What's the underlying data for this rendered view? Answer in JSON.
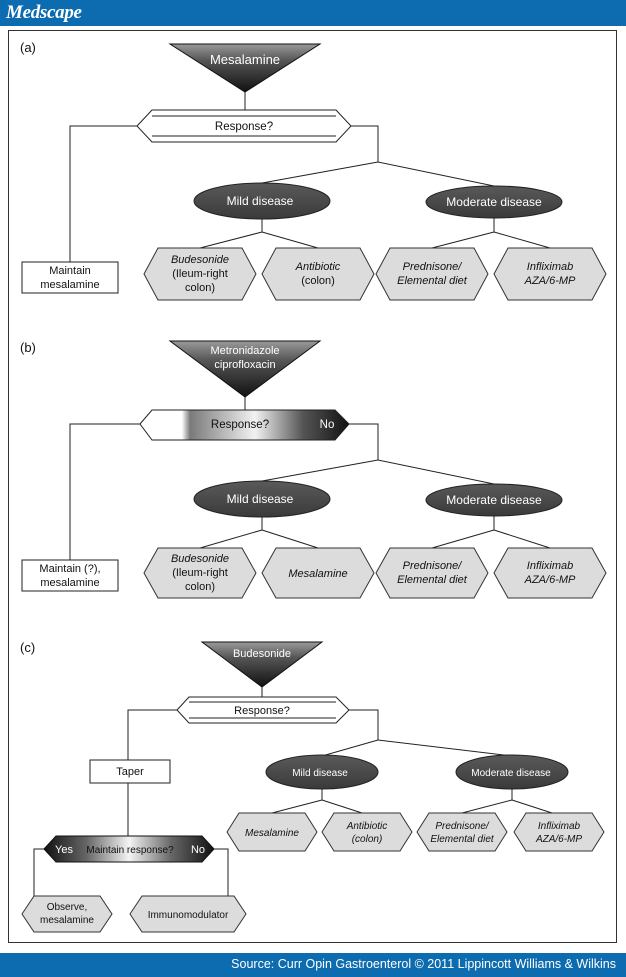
{
  "header": {
    "logo": "Medscape"
  },
  "footer": {
    "source": "Source: Curr Opin Gastroenterol © 2011 Lippincott Williams & Wilkins"
  },
  "colors": {
    "brand_blue": "#0d6cb0",
    "hexagon_fill": "#dcdcdc",
    "ellipse_fill": "#4a4a4a",
    "triangle_dark": "#222222"
  },
  "panel_a": {
    "label": "(a)",
    "drug": "Mesalamine",
    "response": "Response?",
    "maintain": [
      "Maintain",
      "mesalamine"
    ],
    "mild": "Mild disease",
    "moderate": "Moderate disease",
    "h1": [
      "Budesonide",
      "(Ileum-right",
      "colon)"
    ],
    "h2": [
      "Antibiotic",
      "(colon)"
    ],
    "h3": [
      "Prednisone/",
      "Elemental diet"
    ],
    "h4": [
      "Infliximab",
      "AZA/6-MP"
    ]
  },
  "panel_b": {
    "label": "(b)",
    "drug": [
      "Metronidazole",
      "ciprofloxacin"
    ],
    "response": "Response?",
    "no": "No",
    "maintain": [
      "Maintain (?),",
      "mesalamine"
    ],
    "mild": "Mild disease",
    "moderate": "Moderate disease",
    "h1": [
      "Budesonide",
      "(Ileum-right",
      "colon)"
    ],
    "h2": [
      "Mesalamine"
    ],
    "h3": [
      "Prednisone/",
      "Elemental diet"
    ],
    "h4": [
      "Infliximab",
      "AZA/6-MP"
    ]
  },
  "panel_c": {
    "label": "(c)",
    "drug": "Budesonide",
    "response": "Response?",
    "taper": "Taper",
    "yes": "Yes",
    "maintain_response": "Maintain response?",
    "no": "No",
    "mild": "Mild disease",
    "moderate": "Moderate disease",
    "h1": [
      "Mesalamine"
    ],
    "h2": [
      "Antibiotic",
      "(colon)"
    ],
    "h3": [
      "Prednisone/",
      "Elemental diet"
    ],
    "h4": [
      "Infliximab",
      "AZA/6-MP"
    ],
    "observe": [
      "Observe,",
      "mesalamine"
    ],
    "immuno": [
      "Immunomodulator"
    ]
  }
}
